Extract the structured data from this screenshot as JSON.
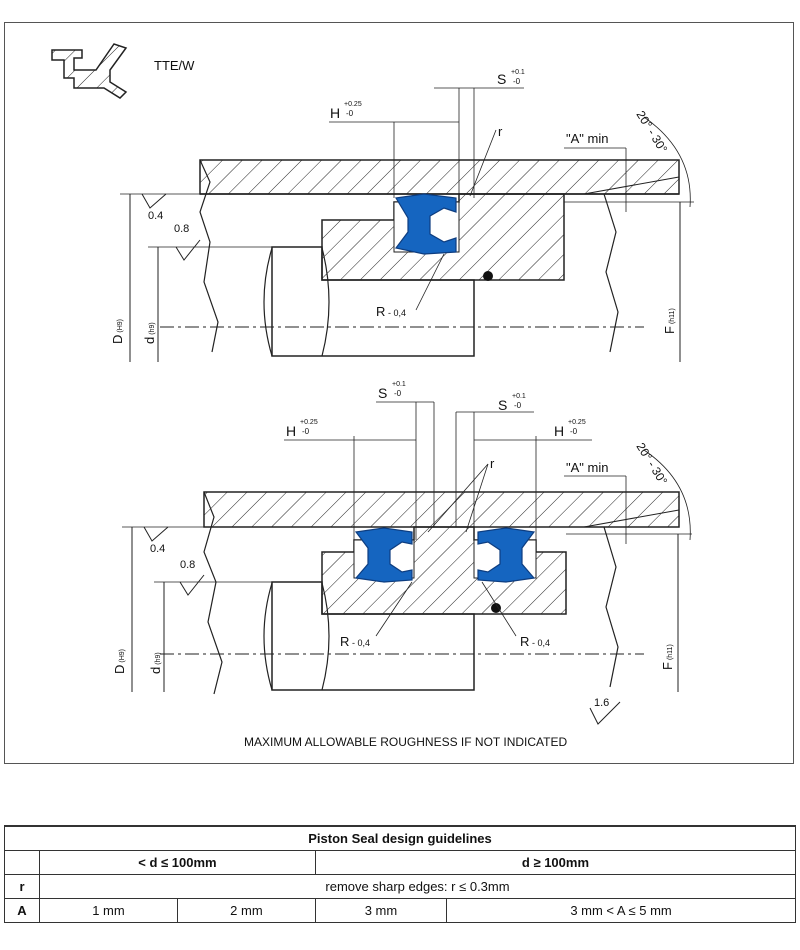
{
  "drawing": {
    "profile_label": "TTE/W",
    "top_section": {
      "h_label": "H",
      "h_tol_plus": "+0.25",
      "h_tol_minus": "-0",
      "s_label": "S",
      "s_tol_plus": "+0.1",
      "s_tol_minus": "-0",
      "r_label": "r",
      "a_label": "\"A\" min",
      "angle_label": "20° - 30°",
      "roughness_bore": "0.4",
      "roughness_rod": "0.8",
      "R_label": "R",
      "R_value": "- 0,4",
      "D_label": "D",
      "D_fit": "(H9)",
      "d_label": "d",
      "d_fit": "(h9)",
      "F_label": "F",
      "F_fit": "(h11)"
    },
    "bottom_section": {
      "h_label": "H",
      "h_tol_plus": "+0.25",
      "h_tol_minus": "-0",
      "s_label": "S",
      "s_tol_plus": "+0.1",
      "s_tol_minus": "-0",
      "r_label": "r",
      "a_label": "\"A\" min",
      "angle_label": "20° - 30°",
      "roughness_bore": "0.4",
      "roughness_rod": "0.8",
      "R_label": "R",
      "R_value": "- 0,4",
      "D_label": "D",
      "D_fit": "(H9)",
      "d_label": "d",
      "d_fit": "(h9)",
      "F_label": "F",
      "F_fit": "(h11)"
    },
    "general_roughness": "1.6",
    "roughness_note": "MAXIMUM ALLOWABLE ROUGHNESS IF NOT INDICATED",
    "seal_color": "#1565c0"
  },
  "table": {
    "title": "Piston Seal design guidelines",
    "col_small": "< d ≤ 100mm",
    "col_large": "d ≥ 100mm",
    "rows": [
      {
        "key": "r",
        "value": "remove sharp edges: r  ≤ 0.3mm"
      },
      {
        "key": "A",
        "values": [
          "1 mm",
          "2 mm",
          "3 mm",
          "3 mm < A ≤ 5 mm"
        ]
      }
    ]
  }
}
